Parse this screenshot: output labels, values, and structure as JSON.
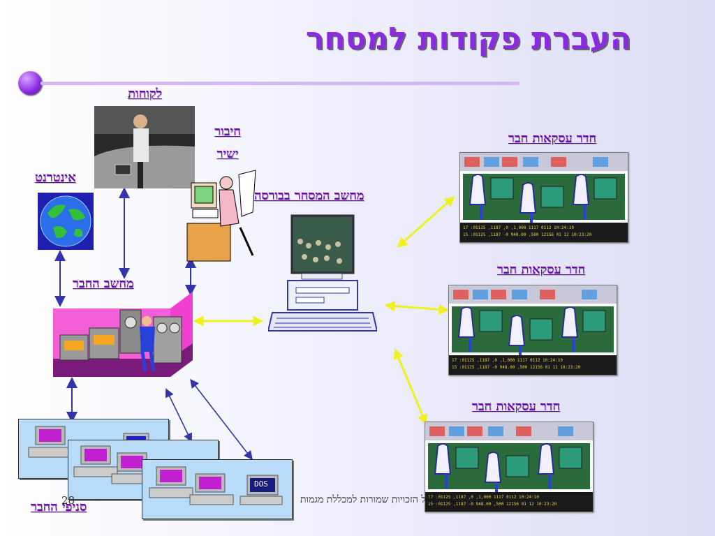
{
  "slide": {
    "title": "העברת פקודות למסחר",
    "page_number": "28",
    "footer": "כל הזכויות שמורות למכללת מגמות"
  },
  "labels": {
    "clients": "לקוחות",
    "direct_line": "חיבור\nישיר",
    "direct_line_1": "חיבור",
    "direct_line_2": "ישיר",
    "internet": "אינטרנט",
    "exchange_computer": "מחשב המסחר בבורסה",
    "member_computer": "מחשב החבר",
    "member_branches": "סניפי החבר",
    "trading_room_1": "חדר עסקאות חבר",
    "trading_room_2": "חדר עסקאות חבר",
    "trading_room_3": "חדר עסקאות חבר",
    "dos_label": "DOS"
  },
  "colors": {
    "title": "#8a2be2",
    "labels": "#6a0dad",
    "arrow_blue": "#3333aa",
    "arrow_yellow": "#f0f020",
    "bullet": "#8a2be2",
    "rule": "#d7b6f5"
  },
  "icons": [
    "photo-client-on-phone",
    "clipart-person-at-computer",
    "globe-icon",
    "exchange-terminal-icon",
    "mainframe-room-icon",
    "branch-pc-icon",
    "trading-room-screenshot"
  ]
}
